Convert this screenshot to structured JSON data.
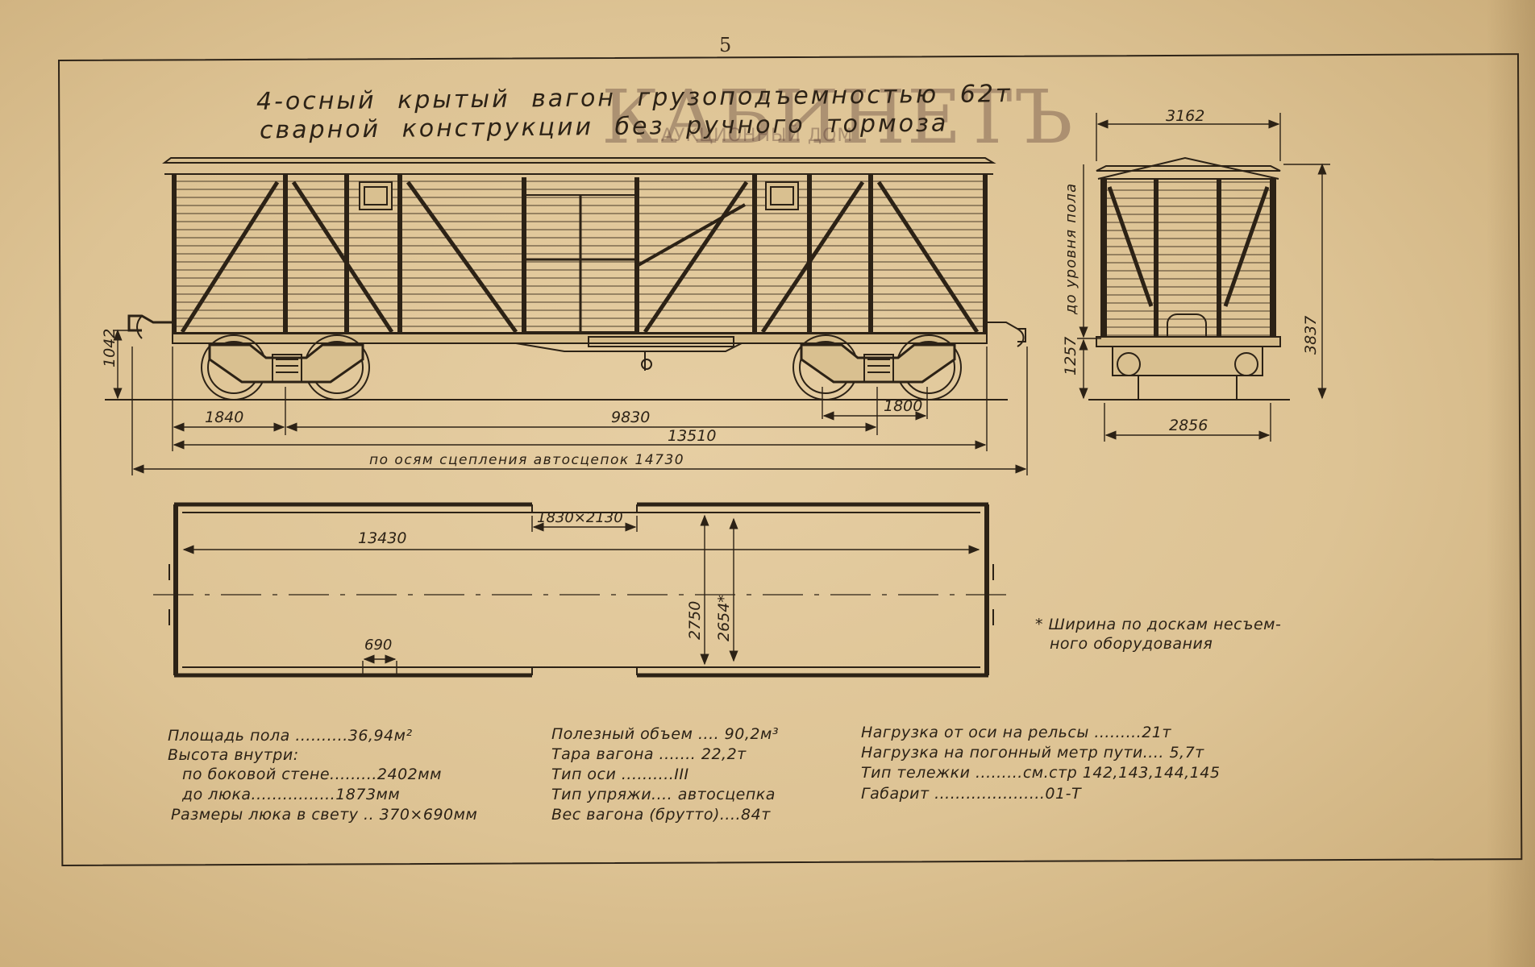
{
  "page_number": "5",
  "title": {
    "line1": "4-осный крытый вагон грузоподъемностью 62т",
    "line2": "сварной конструкции без ручного тормоза"
  },
  "watermark": {
    "main": "КАБИНЕТЪ",
    "sub": "АУКЦИОННЫЙ ДОМ"
  },
  "side_view_dims": {
    "height_coupler": "1042",
    "bogie_end": "1840",
    "bogie_pivots": "9830",
    "bogie_base": "1800",
    "length_frame": "13510",
    "length_couplers": "по осям сцепления автосцепок 14730"
  },
  "end_view_dims": {
    "top_width": "3162",
    "bottom_width": "2856",
    "floor_height": "1257",
    "total_height": "3837",
    "floor_level_label": "до уровня пола"
  },
  "plan_view_dims": {
    "door_opening": "1830×2130",
    "inner_length": "13430",
    "hatch_width": "690",
    "inner_width": "2750",
    "width_boards": "2654*"
  },
  "note": {
    "line1": "* Ширина по доскам несъем-",
    "line2": "ного оборудования"
  },
  "specs_col1": {
    "floor_area": "Площадь пола ..........36,94м²",
    "height_inside": "Высота внутри:",
    "side_wall": "по боковой стене.........2402мм",
    "to_hatch": "до люка................1873мм",
    "hatch_size": "Размеры люка в свету .. 370×690мм"
  },
  "specs_col2": {
    "useful_volume": "Полезный объем .... 90,2м³",
    "tare": "Тара вагона ....... 22,2т",
    "axle_type": "Тип оси ..........III",
    "draft_gear": "Тип упряжи.... автосцепка",
    "gross_weight": "Вес вагона (брутто)....84т"
  },
  "specs_col3": {
    "axle_load": "Нагрузка от оси на рельсы .........21т",
    "meter_load": "Нагрузка на погонный метр пути.... 5,7т",
    "bogie_type": "Тип тележки .........см.стр 142,143,144,145",
    "gauge": "Габарит .....................01-Т"
  }
}
